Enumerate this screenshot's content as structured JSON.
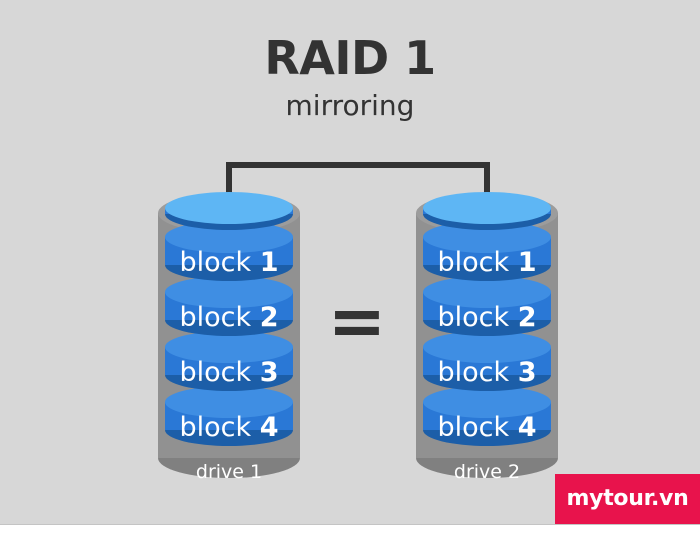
{
  "title": "RAID 1",
  "subtitle": "mirroring",
  "equals": "=",
  "drives": [
    {
      "label": "drive 1",
      "blocks": [
        {
          "word": "block",
          "num": "1"
        },
        {
          "word": "block",
          "num": "2"
        },
        {
          "word": "block",
          "num": "3"
        },
        {
          "word": "block",
          "num": "4"
        }
      ]
    },
    {
      "label": "drive 2",
      "blocks": [
        {
          "word": "block",
          "num": "1"
        },
        {
          "word": "block",
          "num": "2"
        },
        {
          "word": "block",
          "num": "3"
        },
        {
          "word": "block",
          "num": "4"
        }
      ]
    }
  ],
  "watermark": "mytour.vn",
  "colors": {
    "background": "#d7d7d7",
    "text": "#333333",
    "drive_body": "#8e8e8e",
    "block_blue": "#2a78d6",
    "block_edge": "#1c5ea8",
    "top_disk": "#5eb6f4",
    "connector": "#333333",
    "watermark_bg": "#e8134c"
  }
}
